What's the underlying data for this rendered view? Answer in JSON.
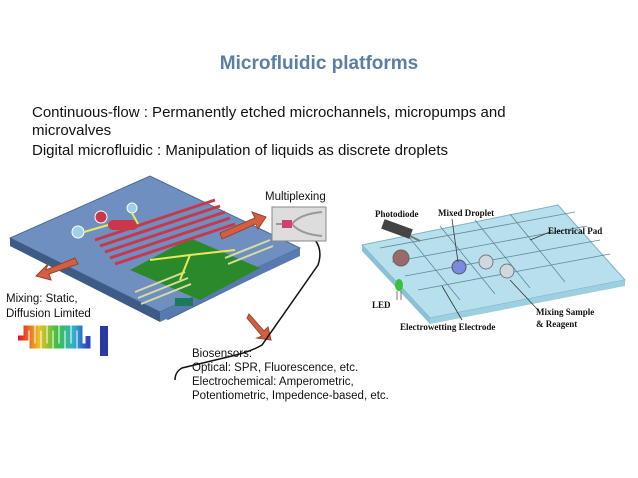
{
  "title": "Microfluidic platforms",
  "bullets": [
    "Continuous-flow : Permanently etched microchannels, micropumps and microvalves",
    "Digital microfluidic : Manipulation of liquids as discrete droplets"
  ],
  "left_diagram": {
    "multiplexing": "Multiplexing",
    "mixing": [
      "Mixing: Static,",
      "Diffusion Limited"
    ],
    "biosensors": [
      "Biosensors:",
      "Optical: SPR, Fluorescence, etc.",
      "Electrochemical: Amperometric,",
      "Potentiometric, Impedence-based, etc."
    ]
  },
  "right_diagram": {
    "photodiode": "Photodiode",
    "mixed_droplet": "Mixed Droplet",
    "electrical_pad": "Electrical Pad",
    "led": "LED",
    "electrode": "Electrowetting Electrode",
    "mixing_sample": [
      "Mixing Sample",
      "& Reagent"
    ]
  },
  "colors": {
    "title": "#5a7fa6",
    "chip": "#6f8fc0",
    "channel": "#c8384a",
    "electrode": "#2a8a2a"
  }
}
